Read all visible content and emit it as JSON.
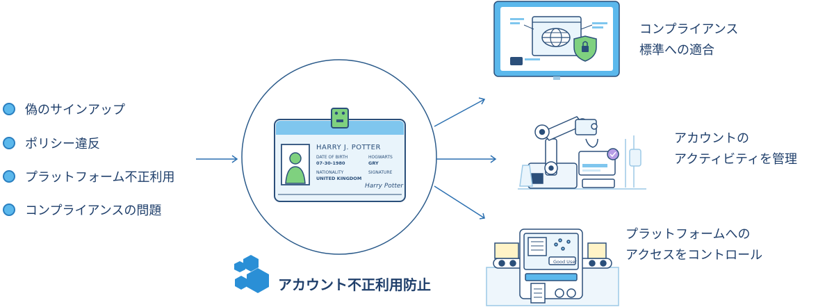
{
  "issues": [
    {
      "label": "偽のサインアップ"
    },
    {
      "label": "ポリシー違反"
    },
    {
      "label": "プラットフォーム不正利用"
    },
    {
      "label": "コンプライアンスの問題"
    }
  ],
  "outcomes": [
    {
      "line1": "コンプライアンス",
      "line2": "標準への適合"
    },
    {
      "line1": "アカウントの",
      "line2": "アクティビティを管理"
    },
    {
      "line1": "プラットフォームへの",
      "line2": "アクセスをコントロール"
    }
  ],
  "brand": {
    "label": "アカウント不正利用防止"
  },
  "id_card": {
    "name": "HARRY J. POTTER",
    "dob_label": "DATE OF BIRTH",
    "dob_value": "07-30-1980",
    "house_label": "HOGWARTS",
    "house_value": "GRY",
    "nationality_label": "NATIONALITY",
    "nationality_value": "UNITED KINGDOM",
    "signature_label": "SIGNATURE",
    "signature_value": "Harry Potter"
  },
  "robot_badge": {
    "label": "Good User"
  },
  "colors": {
    "navy": "#1f3f6b",
    "accent_blue": "#5bb8ec",
    "light_blue": "#cfe8f7",
    "green": "#7fd17f",
    "hex_blue": "#2a8fd6"
  }
}
